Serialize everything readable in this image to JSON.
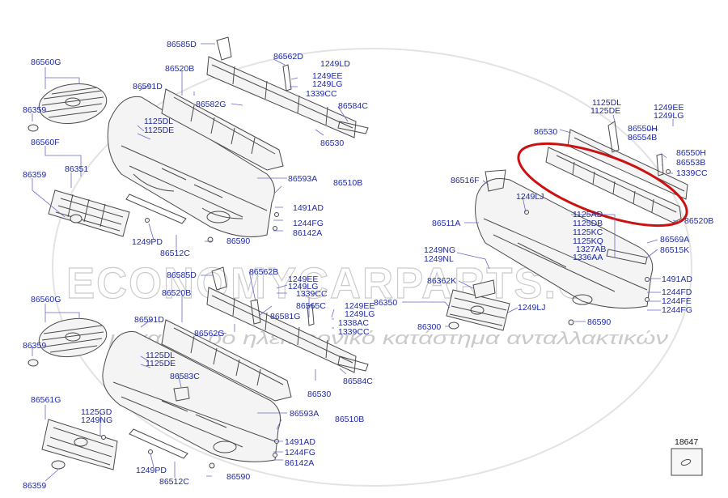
{
  "watermark": {
    "brand": "ECONOMYCARPARTS.GR",
    "tagline": "το μεγαλύτερο ηλεκτρονικό κατάστημα ανταλλακτικών"
  },
  "callouts": [
    {
      "key": "a1",
      "text": "86585D"
    },
    {
      "key": "a2",
      "text": "86560G"
    },
    {
      "key": "a3",
      "text": "86520B"
    },
    {
      "key": "a4",
      "text": "86562D"
    },
    {
      "key": "a5",
      "text": "1249LD"
    },
    {
      "key": "a6",
      "text": "1249EE"
    },
    {
      "key": "a7",
      "text": "1249LG"
    },
    {
      "key": "a8",
      "text": "1339CC"
    },
    {
      "key": "a9",
      "text": "86591D"
    },
    {
      "key": "a10",
      "text": "86582G"
    },
    {
      "key": "a11",
      "text": "86584C"
    },
    {
      "key": "a12",
      "text": "86359"
    },
    {
      "key": "a13",
      "text": "1125DL"
    },
    {
      "key": "a14",
      "text": "1125DE"
    },
    {
      "key": "a15",
      "text": "86560F"
    },
    {
      "key": "a16",
      "text": "86530"
    },
    {
      "key": "a17",
      "text": "86359"
    },
    {
      "key": "a18",
      "text": "86351"
    },
    {
      "key": "a19",
      "text": "86593A"
    },
    {
      "key": "a20",
      "text": "86510B"
    },
    {
      "key": "a21",
      "text": "1491AD"
    },
    {
      "key": "a22",
      "text": "1244FG"
    },
    {
      "key": "a23",
      "text": "86142A"
    },
    {
      "key": "a24",
      "text": "1249PD"
    },
    {
      "key": "a25",
      "text": "86590"
    },
    {
      "key": "a26",
      "text": "86512C"
    },
    {
      "key": "b1",
      "text": "1125DL"
    },
    {
      "key": "b2",
      "text": "1125DE"
    },
    {
      "key": "b3",
      "text": "1249EE"
    },
    {
      "key": "b4",
      "text": "1249LG"
    },
    {
      "key": "b5",
      "text": "86530"
    },
    {
      "key": "b6",
      "text": "86550H"
    },
    {
      "key": "b7",
      "text": "86554B"
    },
    {
      "key": "b8",
      "text": "86550H"
    },
    {
      "key": "b9",
      "text": "86553B"
    },
    {
      "key": "b10",
      "text": "1339CC"
    },
    {
      "key": "b11",
      "text": "86516F"
    },
    {
      "key": "b12",
      "text": "1249LJ"
    },
    {
      "key": "b13",
      "text": "86520B"
    },
    {
      "key": "b14",
      "text": "1125AD"
    },
    {
      "key": "b15",
      "text": "1125DB"
    },
    {
      "key": "b16",
      "text": "1125KC"
    },
    {
      "key": "b17",
      "text": "1125KQ"
    },
    {
      "key": "b18",
      "text": "1327AB"
    },
    {
      "key": "b19",
      "text": "1336AA"
    },
    {
      "key": "b20",
      "text": "86511A"
    },
    {
      "key": "b21",
      "text": "86569A"
    },
    {
      "key": "b22",
      "text": "86515K"
    },
    {
      "key": "b23",
      "text": "1249NG"
    },
    {
      "key": "b24",
      "text": "1249NL"
    },
    {
      "key": "b25",
      "text": "86362K"
    },
    {
      "key": "b26",
      "text": "86350"
    },
    {
      "key": "b27",
      "text": "1249LJ"
    },
    {
      "key": "b28",
      "text": "1491AD"
    },
    {
      "key": "b29",
      "text": "1244FD"
    },
    {
      "key": "b30",
      "text": "1244FE"
    },
    {
      "key": "b31",
      "text": "1244FG"
    },
    {
      "key": "b32",
      "text": "86300"
    },
    {
      "key": "b33",
      "text": "86590"
    },
    {
      "key": "c1",
      "text": "86585D"
    },
    {
      "key": "c2",
      "text": "86562B"
    },
    {
      "key": "c3",
      "text": "1249EE"
    },
    {
      "key": "c4",
      "text": "1249LG"
    },
    {
      "key": "c5",
      "text": "86520B"
    },
    {
      "key": "c6",
      "text": "1339CC"
    },
    {
      "key": "c7",
      "text": "86565C"
    },
    {
      "key": "c8",
      "text": "86581G"
    },
    {
      "key": "c9",
      "text": "1249EE"
    },
    {
      "key": "c10",
      "text": "1249LG"
    },
    {
      "key": "c11",
      "text": "86560G"
    },
    {
      "key": "c12",
      "text": "86591D"
    },
    {
      "key": "c13",
      "text": "1338AC"
    },
    {
      "key": "c14",
      "text": "1339CC"
    },
    {
      "key": "c15",
      "text": "86562G"
    },
    {
      "key": "c16",
      "text": "86359"
    },
    {
      "key": "c17",
      "text": "1125DL"
    },
    {
      "key": "c18",
      "text": "1125DE"
    },
    {
      "key": "c19",
      "text": "86584C"
    },
    {
      "key": "c20",
      "text": "86583C"
    },
    {
      "key": "c21",
      "text": "86530"
    },
    {
      "key": "c22",
      "text": "86561G"
    },
    {
      "key": "c23",
      "text": "1125GD"
    },
    {
      "key": "c24",
      "text": "1249NG"
    },
    {
      "key": "c25",
      "text": "86593A"
    },
    {
      "key": "c26",
      "text": "86510B"
    },
    {
      "key": "c27",
      "text": "1491AD"
    },
    {
      "key": "c28",
      "text": "1244FG"
    },
    {
      "key": "c29",
      "text": "86142A"
    },
    {
      "key": "c30",
      "text": "1249PD"
    },
    {
      "key": "c31",
      "text": "86512C"
    },
    {
      "key": "c32",
      "text": "86590"
    },
    {
      "key": "c33",
      "text": "86359"
    },
    {
      "key": "d1",
      "text": "18647"
    }
  ],
  "highlight_color": "#cc1111",
  "label_color": "#1f2aa6"
}
